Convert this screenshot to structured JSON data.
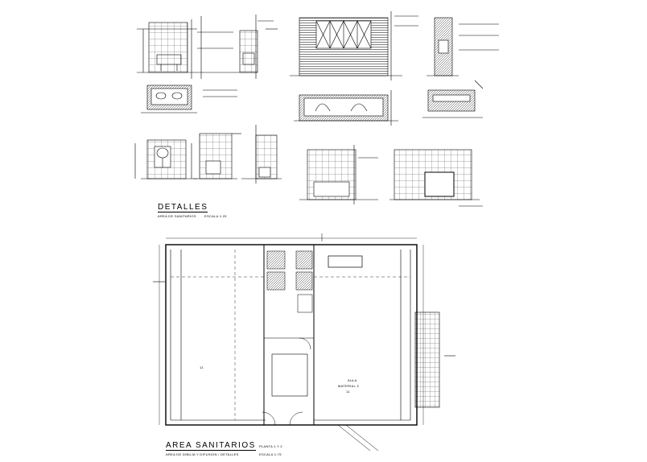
{
  "sheet": {
    "details_title": "DETALLES",
    "details_subtitle": "AREA DE SANITARIOS",
    "details_scale": "ESCALA 1:25",
    "plan_title": "AREA SANITARIOS",
    "plan_subtitle": "AREA DE DIBUJA Y DIFUSION / DETALLES",
    "plan_ref": "PLANTA 1 Y 2",
    "plan_scale": "ESCALA 1:75",
    "room_label": "AULA",
    "room_sublabel": "MATERIAL 3",
    "room_number": "11"
  }
}
